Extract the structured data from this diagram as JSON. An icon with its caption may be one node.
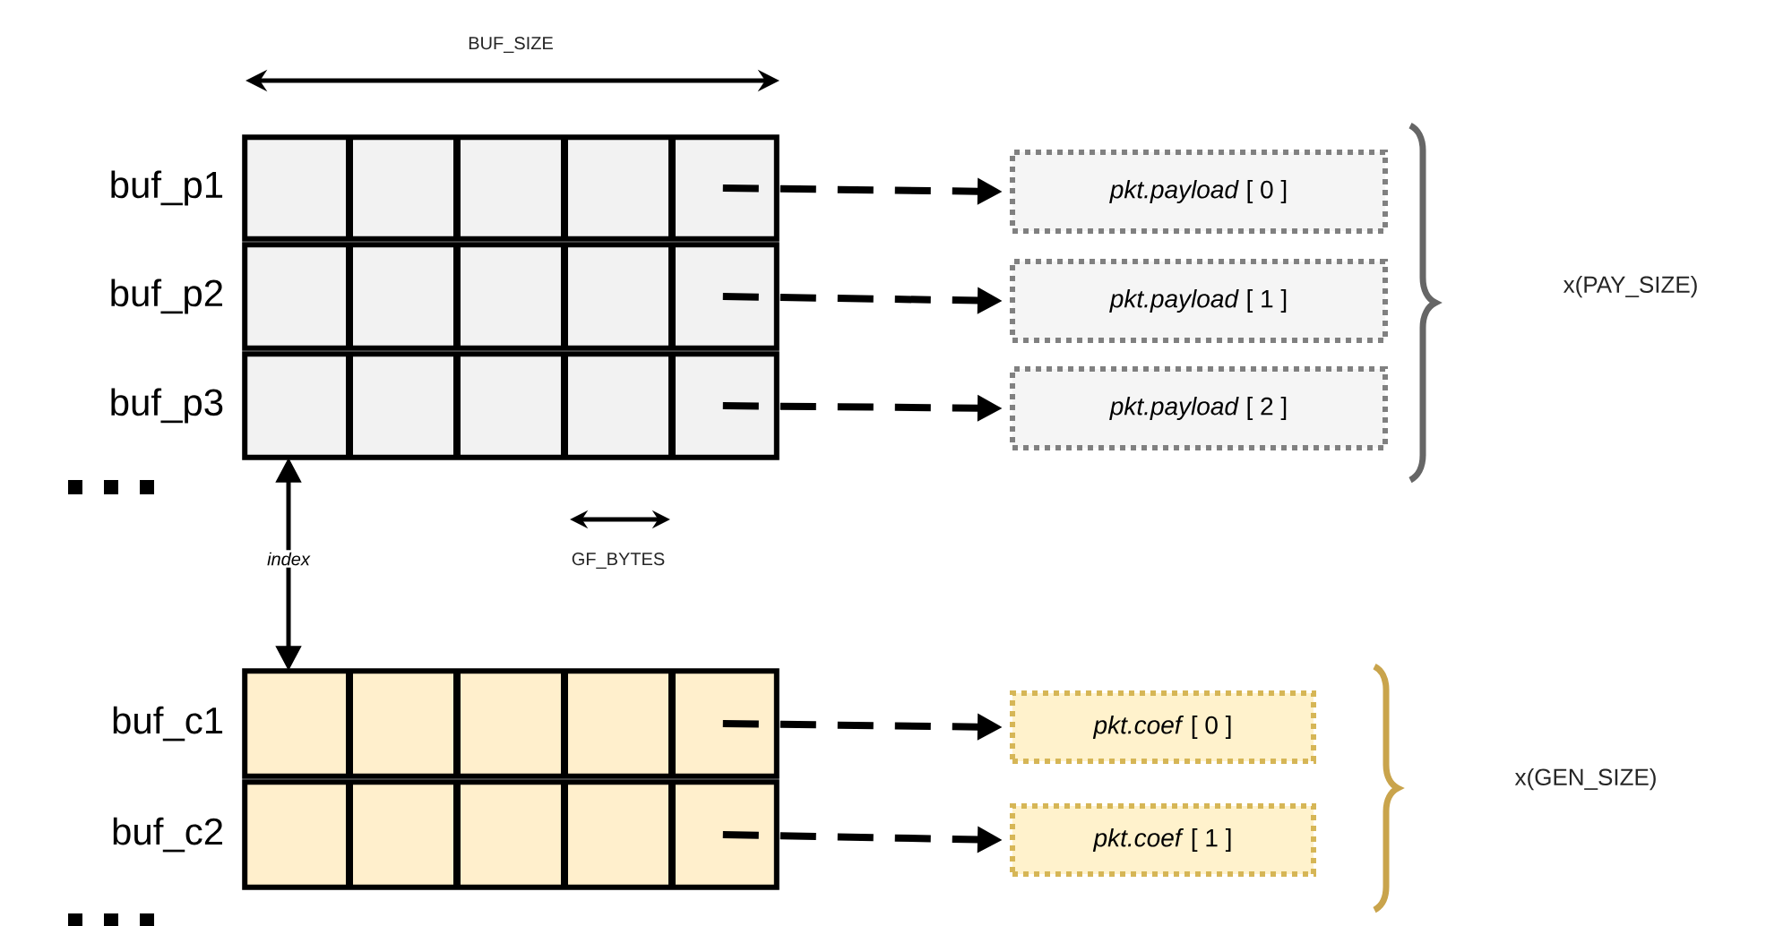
{
  "diagram": {
    "nodes": [
      {
        "text": [
          "buf_p1"
        ]
      },
      {
        "text": [
          "buf_p2"
        ]
      },
      {
        "text": [
          "buf_p3"
        ]
      },
      {
        "text": [
          "*pkt.payload* [ 0 ]"
        ]
      },
      {
        "text": [
          "*pkt.payload* [ 1 ]"
        ]
      },
      {
        "text": [
          "*pkt.payload* [ 2 ]"
        ]
      },
      {
        "text": [
          "index"
        ]
      },
      {
        "text": [
          "buf_c1"
        ]
      },
      {
        "text": [
          "buf_c2"
        ]
      },
      {
        "text": [
          "*pkt.coef* [ 0 ]"
        ]
      },
      {
        "text": [
          "*pkt.coef* [ 1 ]"
        ]
      }
    ],
    "edges": [
      {
        "from": 0,
        "to": 3,
        "arrow": "to",
        "style": "dashed"
      },
      {
        "from": 1,
        "to": 4,
        "arrow": "to",
        "style": "dashed"
      },
      {
        "from": 2,
        "to": 5,
        "arrow": "to",
        "style": "dashed"
      },
      {
        "from": 6,
        "to": 2,
        "arrow": "to"
      },
      {
        "from": 6,
        "to": 7,
        "arrow": "to"
      },
      {
        "from": 7,
        "to": 9,
        "arrow": "to",
        "style": "dashed"
      },
      {
        "from": 8,
        "to": 10,
        "arrow": "to",
        "style": "dashed"
      }
    ],
    "labels": [
      "BUF_SIZE",
      "GF_BYTES",
      "x(PAY_SIZE)",
      "x(GEN_SIZE)"
    ]
  }
}
